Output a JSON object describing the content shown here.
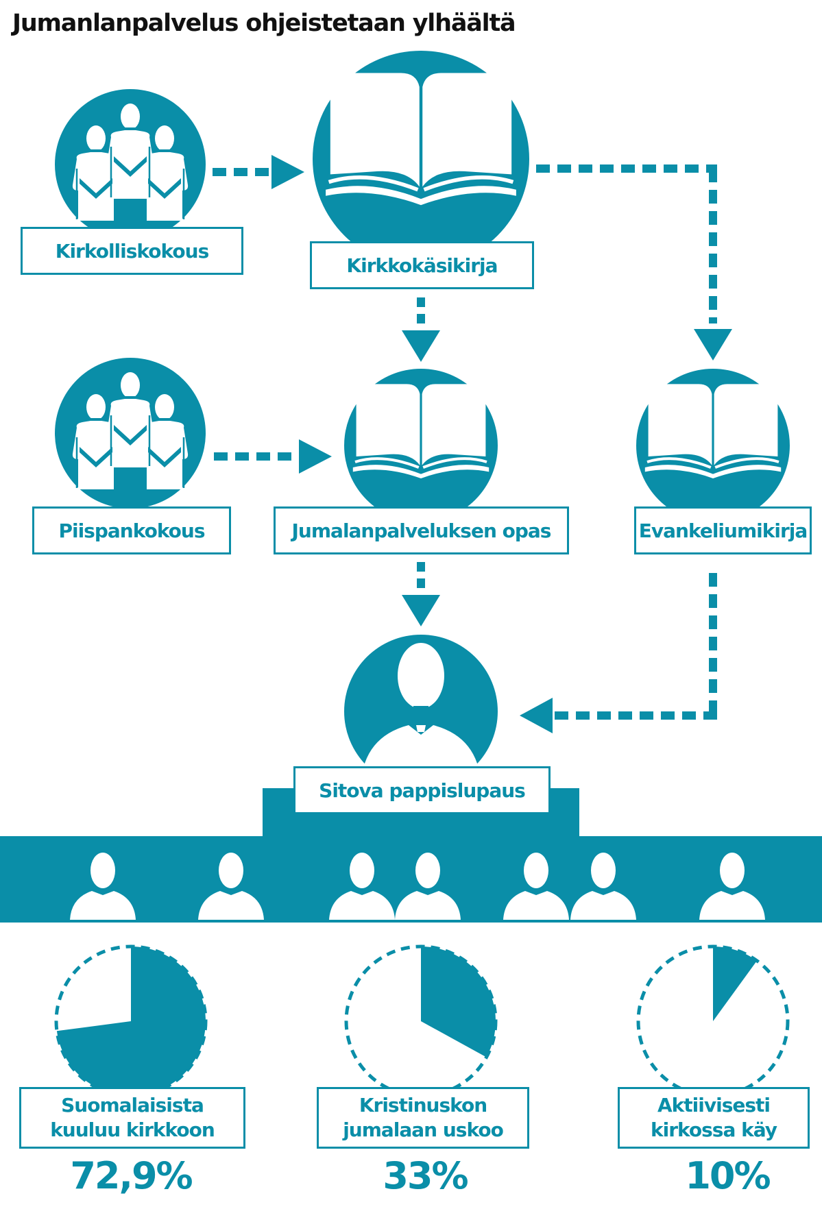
{
  "title": "Jumanlanpalvelus ohjeistetaan ylhäältä",
  "nodes": {
    "kirkolliskokous": "Kirkolliskokous",
    "kirkkokasikirja": "Kirkkokäsikirja",
    "piispankokous": "Piispankokous",
    "opas": "Jumalanpalveluksen opas",
    "evankeliumikirja": "Evankeliumikirja",
    "pappislupaus": "Sitova pappislupaus"
  },
  "stats": [
    {
      "line1": "Suomalaisista",
      "line2": "kuuluu kirkkoon",
      "value": "72,9%",
      "fraction": 0.729
    },
    {
      "line1": "Kristinuskon",
      "line2": "jumalaan uskoo",
      "value": "33%",
      "fraction": 0.33
    },
    {
      "line1": "Aktiivisesti",
      "line2": "kirkossa käy",
      "value": "10%",
      "fraction": 0.1
    }
  ],
  "colors": {
    "accent": "#0a8ea8",
    "title": "#111111",
    "background": "#ffffff"
  },
  "icons": {
    "kirkolliskokous": "three-clergy-icon",
    "kirkkokasikirja": "open-book-icon",
    "piispankokous": "three-clergy-icon",
    "opas": "open-book-icon",
    "evankeliumikirja": "open-book-icon",
    "pappislupaus": "priest-icon",
    "congregation": "person-silhouette-icon"
  }
}
